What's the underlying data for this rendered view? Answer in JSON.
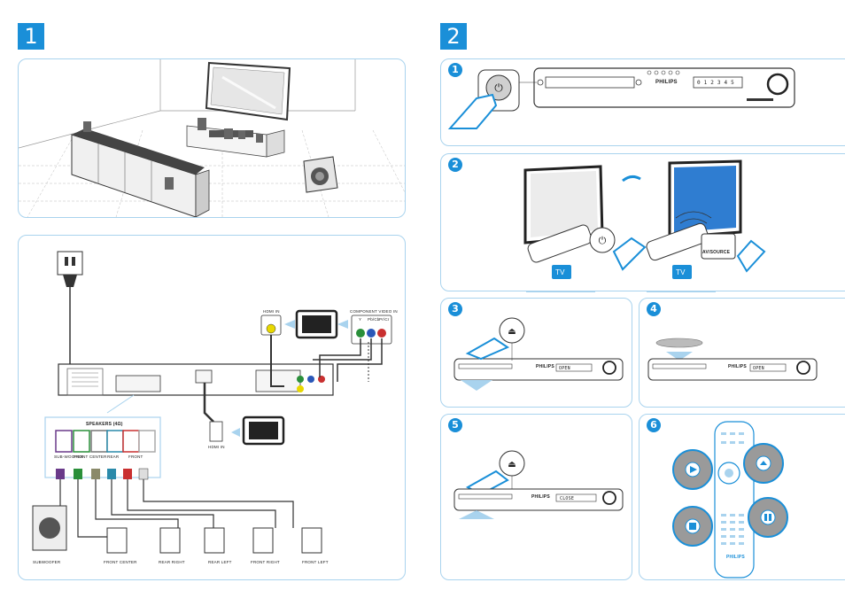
{
  "steps": {
    "one": "1",
    "two": "2"
  },
  "substeps": [
    "1",
    "2",
    "3",
    "4",
    "5",
    "6"
  ],
  "tv_badge": "TV",
  "av_source_label": "AV/SOURCE",
  "hdmi_in_top": "HDMI IN",
  "component_video": {
    "title": "COMPONENT VIDEO IN",
    "y": "Y",
    "pb": "Pb/Cb",
    "pr": "Pr/Cr"
  },
  "hdmi_in_bottom": "HDMI IN",
  "speakers_box": {
    "title": "SPEAKERS (4Ω)",
    "subwoofer": "SUB-WOOFER",
    "center": "FRONT CENTER",
    "rear": "REAR",
    "front": "FRONT"
  },
  "speaker_labels": [
    "SUBWOOFER",
    "FRONT CENTER",
    "REAR RIGHT",
    "REAR LEFT",
    "FRONT RIGHT",
    "FRONT LEFT"
  ],
  "player": {
    "brand": "PHILIPS",
    "display_1": "0 1 2 3 4 5",
    "display_open": "OPEN",
    "display_close": "CLOSE"
  },
  "remote_brand": "PHILIPS",
  "colors": {
    "accent": "#1a8fd8",
    "panel_border": "#a9d3ee",
    "tv_screen": "#2f7dd1",
    "button_gray": "#9a9a9a"
  }
}
